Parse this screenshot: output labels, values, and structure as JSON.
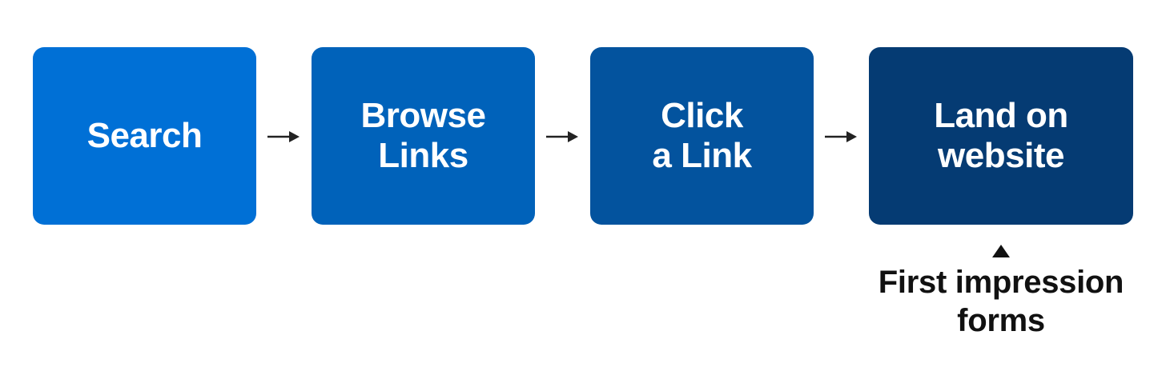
{
  "steps": [
    {
      "label": "Search",
      "color": "#0070D6"
    },
    {
      "label": "Browse\nLinks",
      "color": "#0062BA"
    },
    {
      "label": "Click\na Link",
      "color": "#03539E"
    },
    {
      "label": "Land on\nwebsite",
      "color": "#053B73"
    }
  ],
  "connector_icon": "right-arrow",
  "annotation": {
    "icon": "up-triangle",
    "text": "First impression\nforms"
  }
}
